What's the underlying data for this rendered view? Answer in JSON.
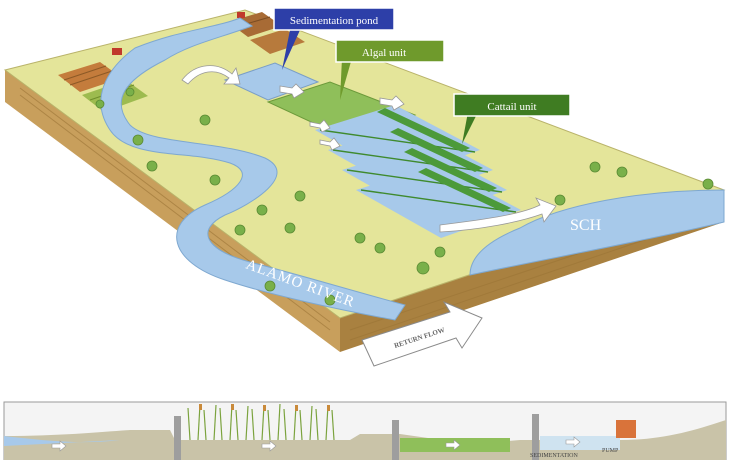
{
  "labels": {
    "sedimentation_pond": "Sedimentation pond",
    "algal_unit": "Algal unit",
    "cattail_unit": "Cattail unit",
    "sch": "SCH",
    "alamo_river": "ALAMO RIVER",
    "outflow_arrow": "RETURN FLOW"
  },
  "cross_section": {
    "pump_label": "PUMP",
    "sedimentation_label": "SEDIMENTATION"
  },
  "colors": {
    "water": "#a7c9ea",
    "land_top": "#e4e59a",
    "land_side": "#c8a25e",
    "algal_fill": "#8fbf5a",
    "cattail_green": "#4c9a3a",
    "sed_label_bg": "#2d3fa8",
    "algal_label_bg": "#6f9a2c",
    "cattail_label_bg": "#3f7c22"
  }
}
